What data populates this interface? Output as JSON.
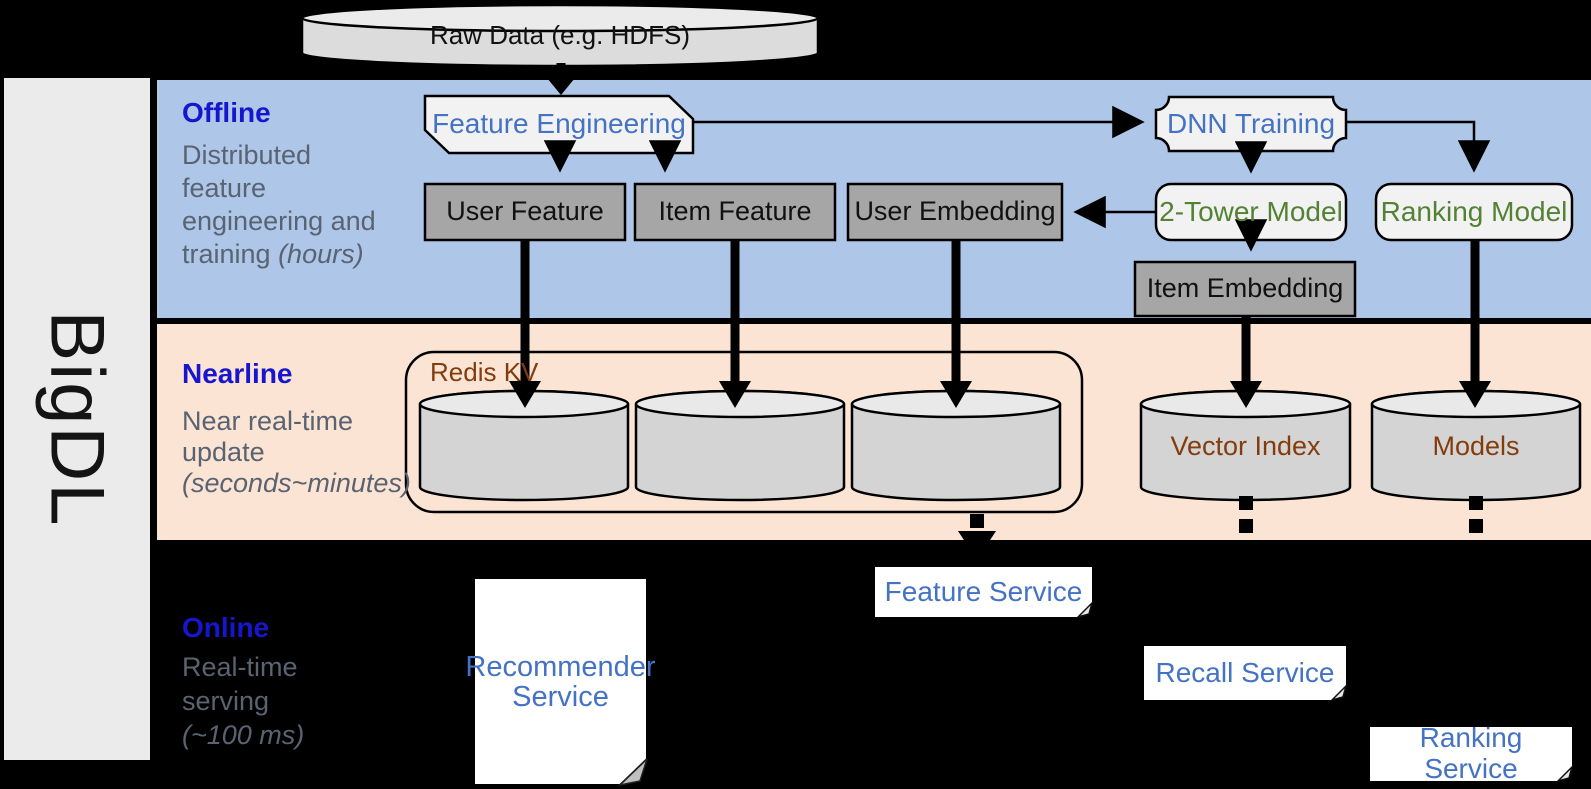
{
  "brand": {
    "label": "BigDL"
  },
  "datastore": {
    "raw_data": "Raw Data (e.g. HDFS)"
  },
  "sections": {
    "offline": {
      "title": "Offline",
      "desc": "Distributed\nfeature\nengineering and\ntraining ",
      "desc_italic": "(hours)"
    },
    "nearline": {
      "title": "Nearline",
      "desc": "Near real-time\nupdate\n",
      "desc_italic": "(seconds~minutes)"
    },
    "online": {
      "title": "Online",
      "desc": "Real-time\nserving\n",
      "desc_italic": "(~100 ms)"
    }
  },
  "nodes": {
    "feature_engineering": "Feature Engineering",
    "dnn_training": "DNN Training",
    "user_feature": "User Feature",
    "item_feature": "Item Feature",
    "user_embedding": "User Embedding",
    "two_tower_model": "2-Tower Model",
    "ranking_model": "Ranking Model",
    "item_embedding": "Item Embedding",
    "redis_kv": "Redis KV",
    "vector_index": "Vector Index",
    "models": "Models",
    "recommender_service": "Recommender\nService",
    "feature_service": "Feature Service",
    "recall_service": "Recall Service",
    "ranking_service": "Ranking Service"
  },
  "colors": {
    "offline_bg": "#aec6e8",
    "nearline_bg": "#fbe4d3",
    "band_gray": "#ebebeb",
    "heading_blue": "#1616cf",
    "desc_gray": "#5a6372",
    "node_blue": "#4472c4",
    "node_green": "#548235",
    "node_brown": "#843c0c",
    "gray_box": "#a6a6a6",
    "light_box": "#f2f2f2",
    "cyl_body": "#d4d4d4",
    "cyl_top": "#e9e9e9"
  }
}
